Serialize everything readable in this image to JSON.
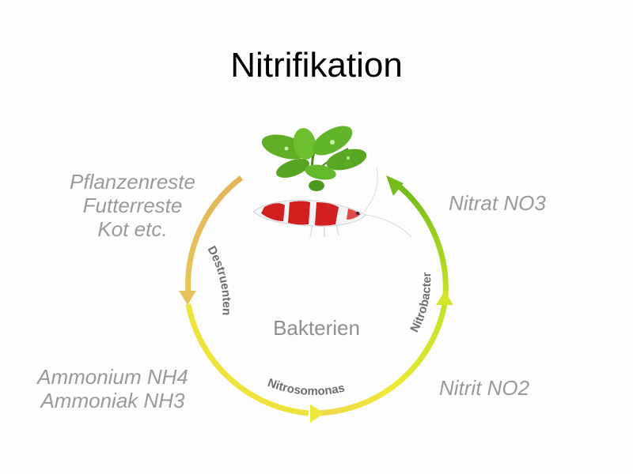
{
  "title": "Nitrifikation",
  "center": "Bakterien",
  "labels": {
    "top_left": [
      "Pflanzenreste",
      "Futterreste",
      "Kot etc."
    ],
    "nitrat": "Nitrat NO3",
    "nitrit": "Nitrit NO2",
    "bottom_left": [
      "Ammonium NH4",
      "Ammoniak NH3"
    ]
  },
  "arc_labels": {
    "destruenten": "Destruenten",
    "nitrosomonas": "Nitrosomonas",
    "nitrobacter": "Nitrobacter"
  },
  "colors": {
    "destruenten": "#e2b457",
    "nitrosomonas": "#ece42f",
    "nitrobacter": "#7cc21a",
    "arc_text": "#6e6e6e",
    "label_text": "#9a9a9a"
  }
}
